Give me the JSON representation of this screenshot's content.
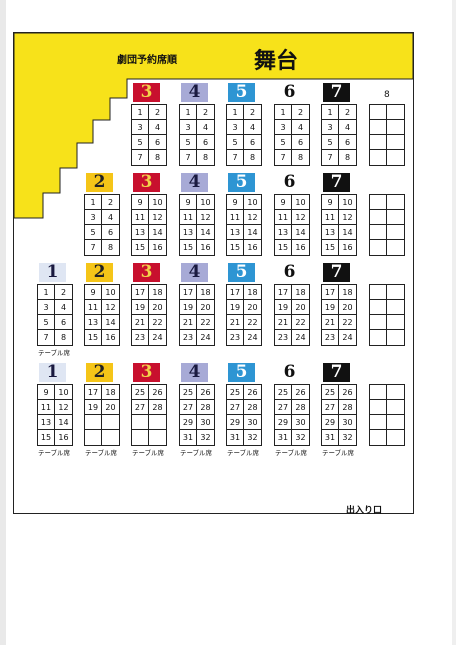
{
  "title": "劇団予約席順",
  "stage": "舞台",
  "exit": "出入り口",
  "table_label": "テーブル席",
  "colors": {
    "1": {
      "bg": "#dfe6f3",
      "fg": "#1a1a40"
    },
    "2": {
      "bg": "#f5c518",
      "fg": "#222222"
    },
    "3": {
      "bg": "#c8102e",
      "fg": "#f3d34a"
    },
    "4": {
      "bg": "#a7aad6",
      "fg": "#1a1a40"
    },
    "5": {
      "bg": "#2e95d3",
      "fg": "#ffffff"
    },
    "6": {
      "bg": "#ffffff",
      "fg": "#111111"
    },
    "7": {
      "bg": "#111111",
      "fg": "#ffffff"
    },
    "stage_yellow": "#f7e21a"
  },
  "rows": [
    {
      "blocks": [
        {
          "table": "3",
          "seats": [
            "1",
            "2",
            "3",
            "4",
            "5",
            "6",
            "7",
            "8"
          ]
        },
        {
          "table": "4",
          "seats": [
            "1",
            "2",
            "3",
            "4",
            "5",
            "6",
            "7",
            "8"
          ]
        },
        {
          "table": "5",
          "seats": [
            "1",
            "2",
            "3",
            "4",
            "5",
            "6",
            "7",
            "8"
          ]
        },
        {
          "table": "6",
          "seats": [
            "1",
            "2",
            "3",
            "4",
            "5",
            "6",
            "7",
            "8"
          ]
        },
        {
          "table": "7",
          "seats": [
            "1",
            "2",
            "3",
            "4",
            "5",
            "6",
            "7",
            "8"
          ]
        },
        {
          "table": "8",
          "seats": [
            "",
            "",
            "",
            "",
            "",
            "",
            "",
            ""
          ]
        }
      ]
    },
    {
      "blocks": [
        {
          "table": "2",
          "seats": [
            "1",
            "2",
            "3",
            "4",
            "5",
            "6",
            "7",
            "8"
          ]
        },
        {
          "table": "3",
          "seats": [
            "9",
            "10",
            "11",
            "12",
            "13",
            "14",
            "15",
            "16"
          ]
        },
        {
          "table": "4",
          "seats": [
            "9",
            "10",
            "11",
            "12",
            "13",
            "14",
            "15",
            "16"
          ]
        },
        {
          "table": "5",
          "seats": [
            "9",
            "10",
            "11",
            "12",
            "13",
            "14",
            "15",
            "16"
          ]
        },
        {
          "table": "6",
          "seats": [
            "9",
            "10",
            "11",
            "12",
            "13",
            "14",
            "15",
            "16"
          ]
        },
        {
          "table": "7",
          "seats": [
            "9",
            "10",
            "11",
            "12",
            "13",
            "14",
            "15",
            "16"
          ]
        },
        {
          "table": "",
          "seats": [
            "",
            "",
            "",
            "",
            "",
            "",
            "",
            ""
          ]
        }
      ]
    },
    {
      "blocks": [
        {
          "table": "1",
          "seats": [
            "1",
            "2",
            "3",
            "4",
            "5",
            "6",
            "7",
            "8"
          ]
        },
        {
          "table": "2",
          "seats": [
            "9",
            "10",
            "11",
            "12",
            "13",
            "14",
            "15",
            "16"
          ]
        },
        {
          "table": "3",
          "seats": [
            "17",
            "18",
            "19",
            "20",
            "21",
            "22",
            "23",
            "24"
          ]
        },
        {
          "table": "4",
          "seats": [
            "17",
            "18",
            "19",
            "20",
            "21",
            "22",
            "23",
            "24"
          ]
        },
        {
          "table": "5",
          "seats": [
            "17",
            "18",
            "19",
            "20",
            "21",
            "22",
            "23",
            "24"
          ]
        },
        {
          "table": "6",
          "seats": [
            "17",
            "18",
            "19",
            "20",
            "21",
            "22",
            "23",
            "24"
          ]
        },
        {
          "table": "7",
          "seats": [
            "17",
            "18",
            "19",
            "20",
            "21",
            "22",
            "23",
            "24"
          ]
        },
        {
          "table": "",
          "seats": [
            "",
            "",
            "",
            "",
            "",
            "",
            "",
            ""
          ]
        }
      ]
    },
    {
      "blocks": [
        {
          "table": "1",
          "seats": [
            "9",
            "10",
            "11",
            "12",
            "13",
            "14",
            "15",
            "16"
          ]
        },
        {
          "table": "2",
          "seats": [
            "17",
            "18",
            "19",
            "20",
            "",
            "",
            "",
            ""
          ]
        },
        {
          "table": "3",
          "seats": [
            "25",
            "26",
            "27",
            "28",
            "",
            "",
            "",
            ""
          ]
        },
        {
          "table": "4",
          "seats": [
            "25",
            "26",
            "27",
            "28",
            "29",
            "30",
            "31",
            "32"
          ]
        },
        {
          "table": "5",
          "seats": [
            "25",
            "26",
            "27",
            "28",
            "29",
            "30",
            "31",
            "32"
          ]
        },
        {
          "table": "6",
          "seats": [
            "25",
            "26",
            "27",
            "28",
            "29",
            "30",
            "31",
            "32"
          ]
        },
        {
          "table": "7",
          "seats": [
            "25",
            "26",
            "27",
            "28",
            "29",
            "30",
            "31",
            "32"
          ]
        },
        {
          "table": "",
          "seats": [
            "",
            "",
            "",
            "",
            "",
            "",
            "",
            ""
          ]
        }
      ]
    }
  ]
}
